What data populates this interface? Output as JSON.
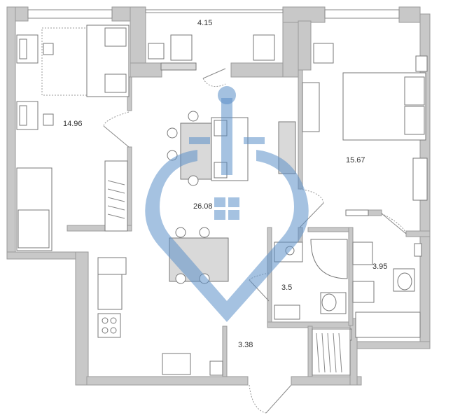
{
  "rooms": [
    {
      "id": "balcony",
      "area": "4.15"
    },
    {
      "id": "bedroom-left",
      "area": "14.96"
    },
    {
      "id": "living-kitchen",
      "area": "26.08"
    },
    {
      "id": "bedroom-right",
      "area": "15.67"
    },
    {
      "id": "bathroom-left",
      "area": "3.5"
    },
    {
      "id": "bathroom-right",
      "area": "3.95"
    },
    {
      "id": "hallway",
      "area": "3.38"
    }
  ],
  "colors": {
    "wall": "#c8c8c8",
    "watermark": "#5b8fc8"
  },
  "watermark": {
    "icon": "anchor-shield-logo"
  }
}
